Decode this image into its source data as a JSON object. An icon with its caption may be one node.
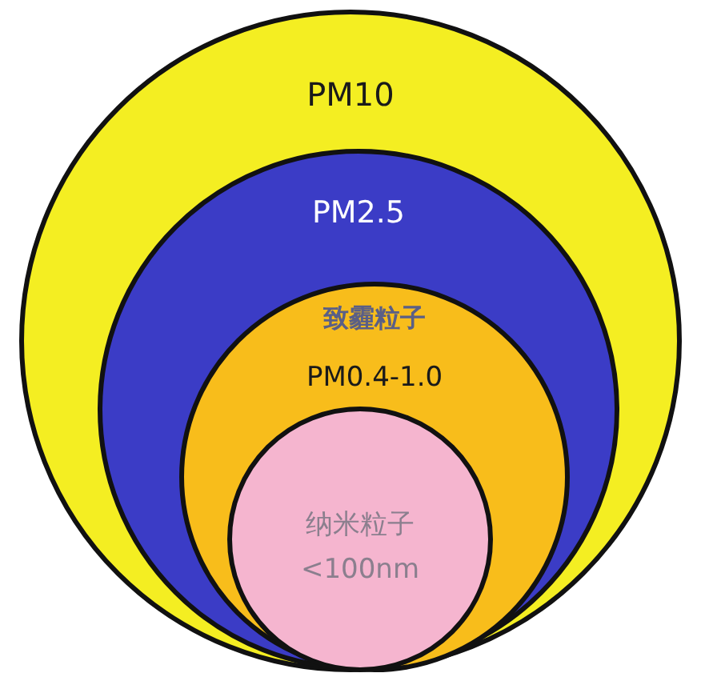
{
  "diagram": {
    "nodes": [
      {
        "text": [
          "PM10"
        ]
      },
      {
        "text": [
          "PM2.5"
        ],
        "in": 0
      },
      {
        "text": [
          "致霾粒子",
          "PM0.4-1.0"
        ],
        "in": 1
      },
      {
        "text": [
          "纳米粒子",
          "<100nm"
        ],
        "in": 2
      }
    ]
  }
}
